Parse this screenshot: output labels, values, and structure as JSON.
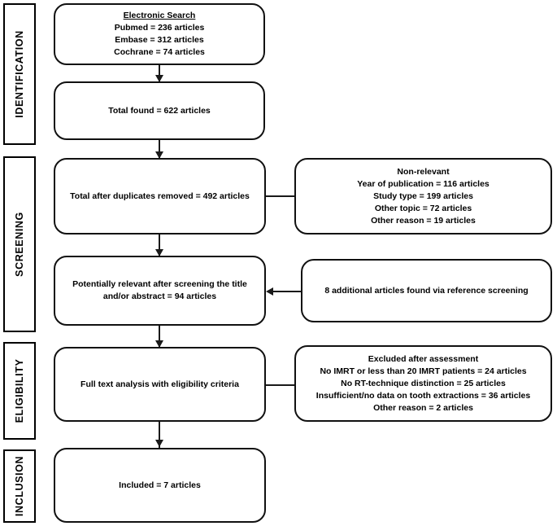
{
  "diagram": {
    "type": "prisma-flow-diagram",
    "stages": [
      {
        "id": "identification",
        "label": "IDENTIFICATION"
      },
      {
        "id": "screening",
        "label": "SCREENING"
      },
      {
        "id": "eligibility",
        "label": "ELIGIBILITY"
      },
      {
        "id": "inclusion",
        "label": "INCLUSION"
      }
    ],
    "boxes": {
      "electronic_search": {
        "title": "Electronic Search",
        "lines": [
          "Pubmed = 236 articles",
          "Embase = 312 articles",
          "Cochrane = 74 articles"
        ]
      },
      "total_found": {
        "lines": [
          "Total found = 622 articles"
        ]
      },
      "after_duplicates": {
        "lines": [
          "Total after duplicates removed = 492 articles"
        ]
      },
      "non_relevant": {
        "title": "Non-relevant",
        "lines": [
          "Year of publication = 116 articles",
          "Study type = 199 articles",
          "Other topic = 72 articles",
          "Other reason = 19 articles"
        ]
      },
      "potentially_relevant": {
        "lines": [
          "Potentially relevant after screening the title",
          "and/or abstract = 94 articles"
        ]
      },
      "reference_screening": {
        "lines": [
          "8 additional articles found via reference screening"
        ]
      },
      "full_text_analysis": {
        "lines": [
          "Full text analysis with eligibility criteria"
        ]
      },
      "excluded_after_assessment": {
        "title": "Excluded after assessment",
        "lines": [
          "No IMRT or less than 20 IMRT patients = 24 articles",
          "No RT-technique distinction =  25 articles",
          "Insufficient/no data on tooth extractions =  36 articles",
          "Other reason =  2 articles"
        ]
      },
      "included": {
        "lines": [
          "Included = 7 articles"
        ]
      }
    },
    "colors": {
      "line": "#1a1a1a",
      "border": "#111111",
      "background": "#ffffff",
      "text": "#000000"
    }
  }
}
